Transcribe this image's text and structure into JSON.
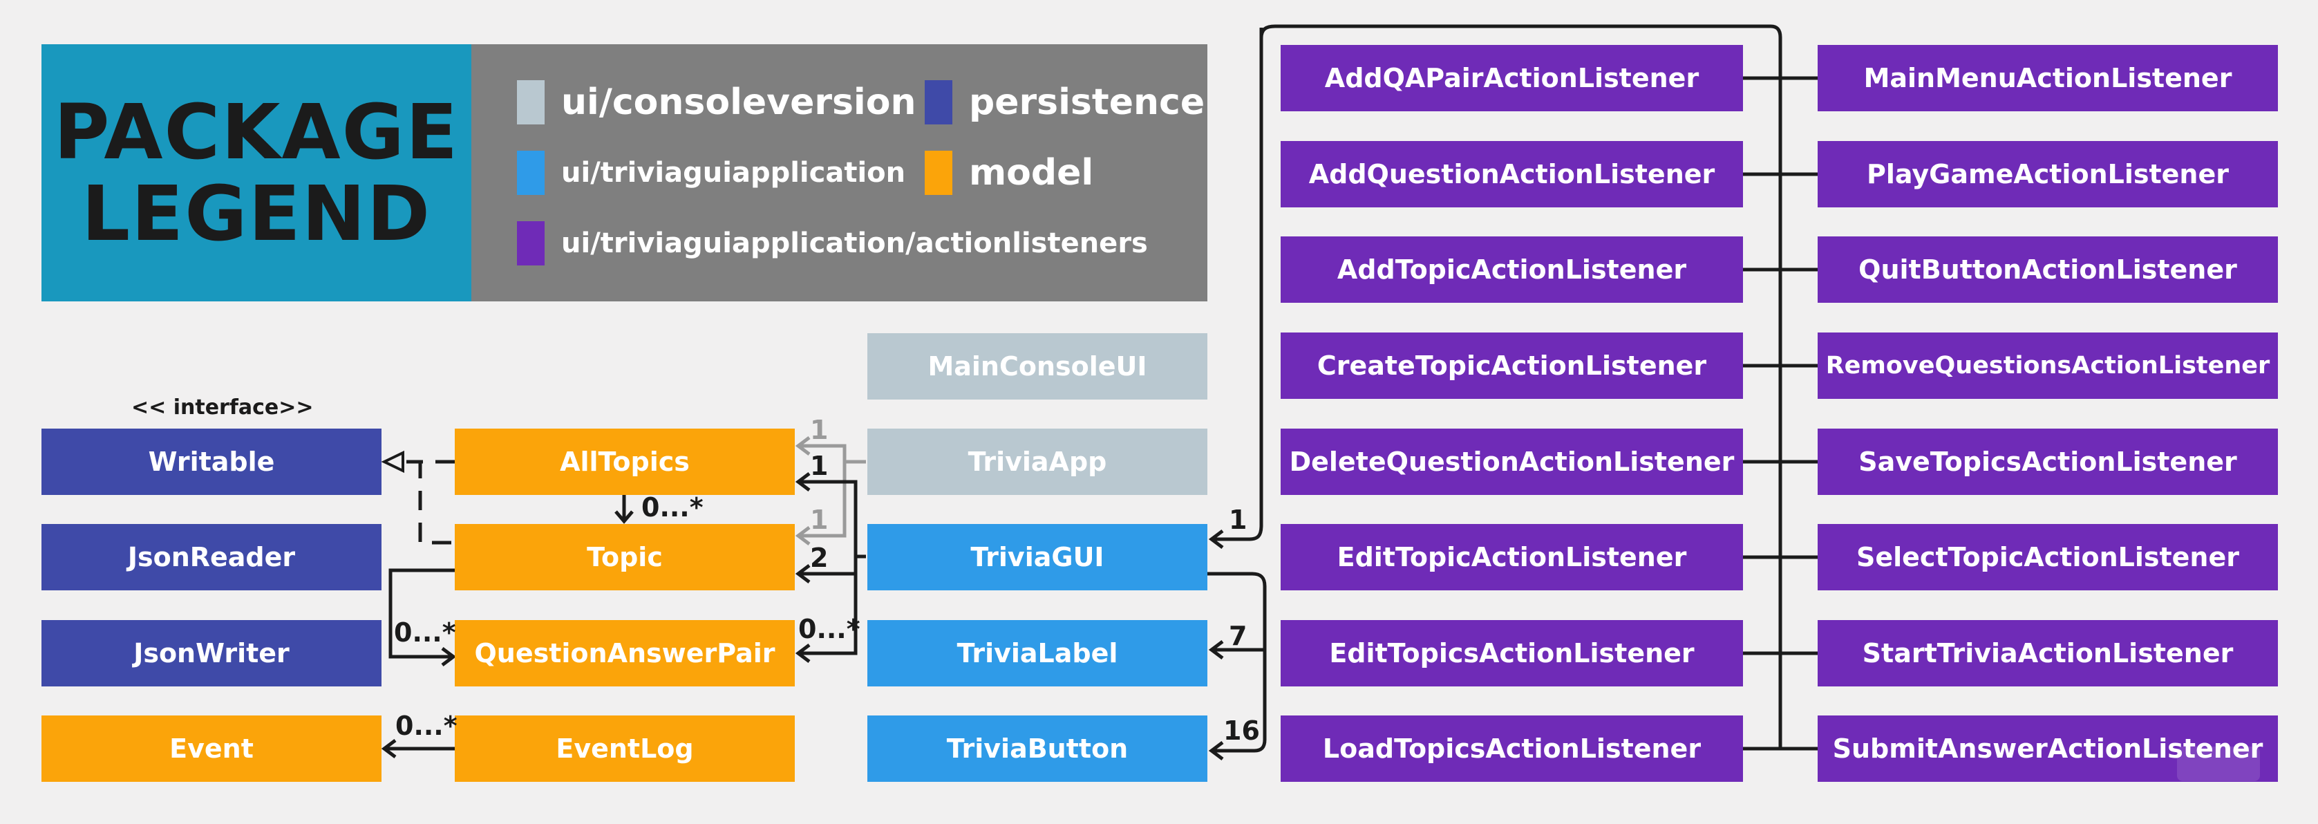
{
  "legend": {
    "title_line1": "PACKAGE",
    "title_line2": "LEGEND",
    "items": [
      {
        "label": "ui/consoleversion",
        "color": "#b9c8d0"
      },
      {
        "label": "persistence",
        "color": "#3f4aa8"
      },
      {
        "label": "ui/triviaguiapplication",
        "color": "#2f9be8"
      },
      {
        "label": "model",
        "color": "#fba40a"
      },
      {
        "label": "ui/triviaguiapplication/actionlisteners",
        "color": "#6f2bb7"
      }
    ]
  },
  "classes": {
    "writable": "Writable",
    "writable_stereotype": "<< interface>>",
    "json_reader": "JsonReader",
    "json_writer": "JsonWriter",
    "event": "Event",
    "all_topics": "AllTopics",
    "topic": "Topic",
    "question_answer_pair": "QuestionAnswerPair",
    "event_log": "EventLog",
    "main_console_ui": "MainConsoleUI",
    "trivia_app": "TriviaApp",
    "trivia_gui": "TriviaGUI",
    "trivia_label": "TriviaLabel",
    "trivia_button": "TriviaButton"
  },
  "action_listeners_left": [
    "AddQAPairActionListener",
    "AddQuestionActionListener",
    "AddTopicActionListener",
    "CreateTopicActionListener",
    "DeleteQuestionActionListener",
    "EditTopicActionListener",
    "EditTopicsActionListener",
    "LoadTopicsActionListener"
  ],
  "action_listeners_right": [
    "MainMenuActionListener",
    "PlayGameActionListener",
    "QuitButtonActionListener",
    "RemoveQuestionsActionListener",
    "SaveTopicsActionListener",
    "SelectTopicActionListener",
    "StartTriviaActionListener",
    "SubmitAnswerActionListener"
  ],
  "multiplicities": {
    "alltopics_topic": "0...*",
    "trivia_app_alltopics": "1",
    "gui_alltopics": "1",
    "trivia_app_topic": "1",
    "gui_topic": "2",
    "topic_qapair": "0...*",
    "gui_qapair": "0...*",
    "eventlog_event": "0...*",
    "listeners_gui": "1",
    "gui_label": "7",
    "gui_button": "16"
  }
}
